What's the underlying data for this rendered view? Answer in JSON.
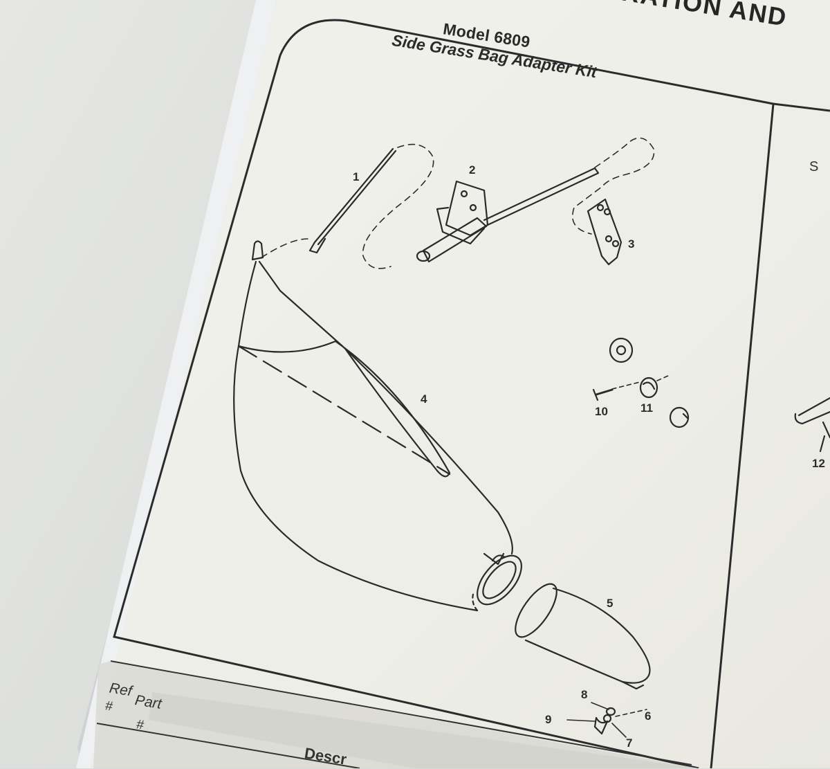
{
  "header": {
    "band_text": "USTRATION AND",
    "title": "Model 6809",
    "subtitle": "Side Grass Bag Adapter Kit",
    "right_panel_letter": "S"
  },
  "callouts": {
    "c1": "1",
    "c2": "2",
    "c3": "3",
    "c4": "4",
    "c5": "5",
    "c6": "6",
    "c7": "7",
    "c8": "8",
    "c9": "9",
    "c10": "10",
    "c11": "11",
    "c12": "12"
  },
  "table": {
    "ref_label": "Ref",
    "ref_hash": "#",
    "part_label": "Part",
    "part_hash": "#",
    "desc_label": "Descr"
  },
  "colors": {
    "paper": "#f3f3ee",
    "ink": "#2a2a2a",
    "background": "#dcdedc"
  }
}
